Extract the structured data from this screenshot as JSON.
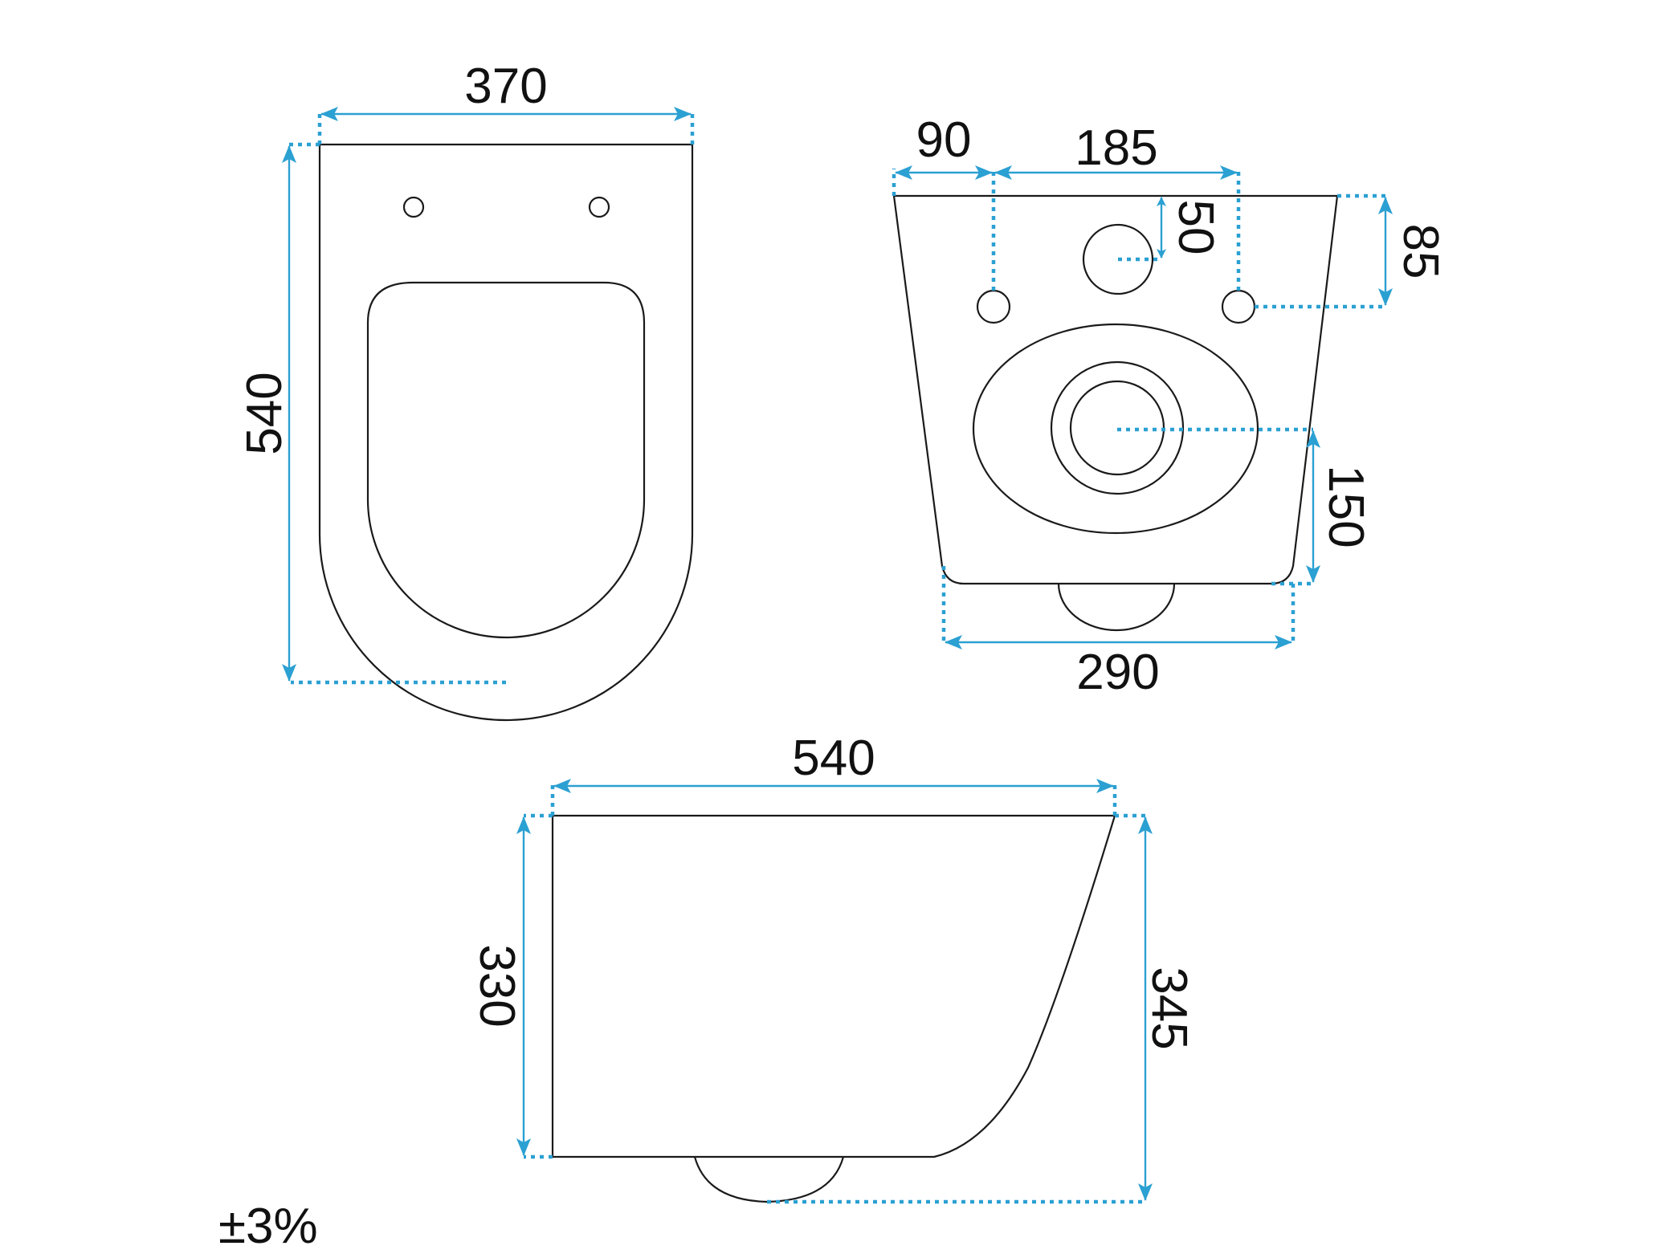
{
  "views": {
    "top": {
      "width_label": "370",
      "length_label": "540"
    },
    "rear": {
      "edge_to_hole_label": "90",
      "hole_spacing_label": "185",
      "inlet_offset_label": "50",
      "hole_height_label": "85",
      "outlet_height_label": "150",
      "base_width_label": "290"
    },
    "side": {
      "length_label": "540",
      "height_label": "330",
      "total_height_label": "345"
    }
  },
  "tolerance": "±3%",
  "colors": {
    "outline": "#1a1a1a",
    "dimension": "#2ba0d2",
    "text": "#111111"
  }
}
